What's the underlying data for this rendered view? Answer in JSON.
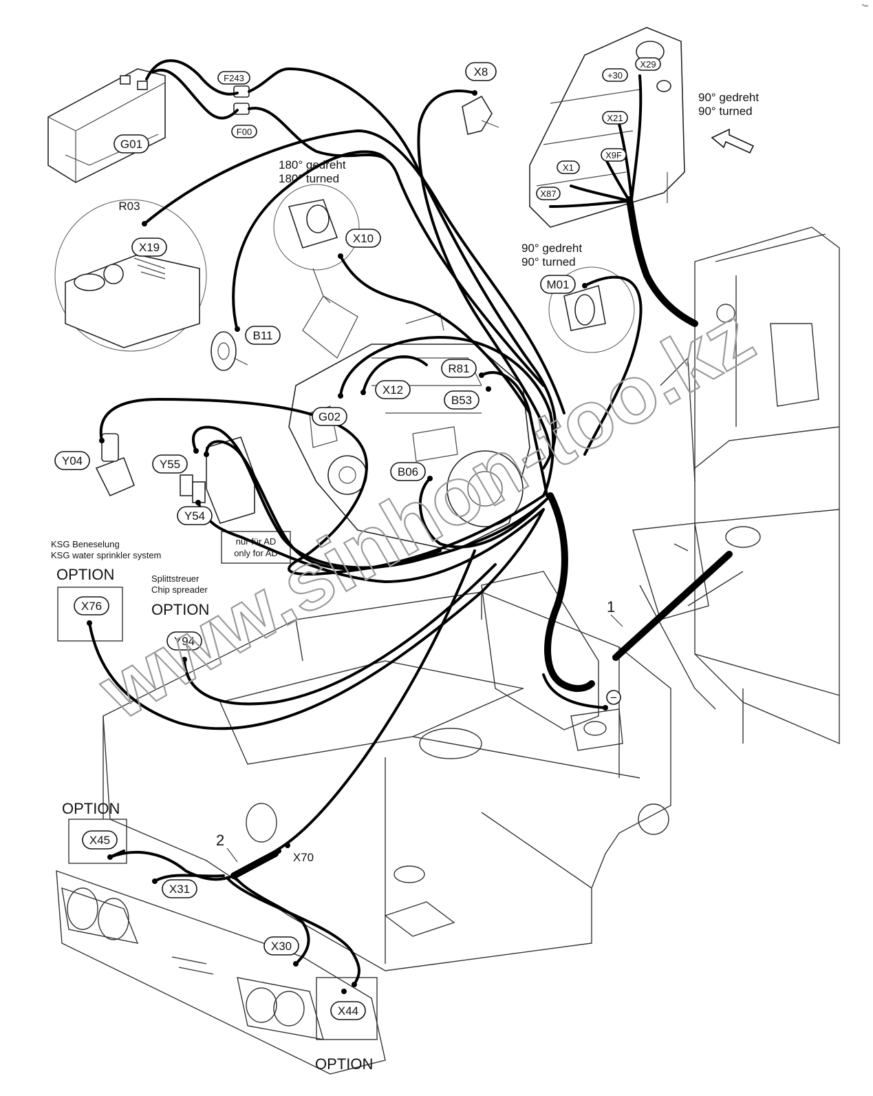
{
  "corner_mark": "°ⁿⁿ",
  "watermark": "www.sinhon-too.kz",
  "connectors": {
    "F243": "F243",
    "F00": "F00",
    "G01": "G01",
    "R03": "R03",
    "X19": "X19",
    "X10": "X10",
    "B11": "B11",
    "X8": "X8",
    "X29": "X29",
    "P30": "+30",
    "X21": "X21",
    "X9F": "X9F",
    "X1": "X1",
    "X87": "X87",
    "M01": "M01",
    "R81": "R81",
    "X12": "X12",
    "B53": "B53",
    "G02": "G02",
    "B06": "B06",
    "Y04": "Y04",
    "Y55": "Y55",
    "Y54": "Y54",
    "X76": "X76",
    "Y94": "Y94",
    "X45": "X45",
    "X31": "X31",
    "X70": "X70",
    "X30": "X30",
    "X44": "X44",
    "minus": "−"
  },
  "notes": {
    "rot180_de": "180° gedreht",
    "rot180_en": "180° turned",
    "rot90a_de": "90° gedreht",
    "rot90a_en": "90° turned",
    "rot90b_de": "90° gedreht",
    "rot90b_en": "90° turned",
    "ksg_de": "KSG Beneselung",
    "ksg_en": "KSG water sprinkler system",
    "ad_de": "nur für AD",
    "ad_en": "only for AD",
    "chip_de": "Splittstreuer",
    "chip_en": "Chip spreader",
    "option1": "OPTION",
    "option2": "OPTION",
    "option3": "OPTION",
    "option4": "OPTION",
    "callout1": "1",
    "callout2": "2"
  }
}
